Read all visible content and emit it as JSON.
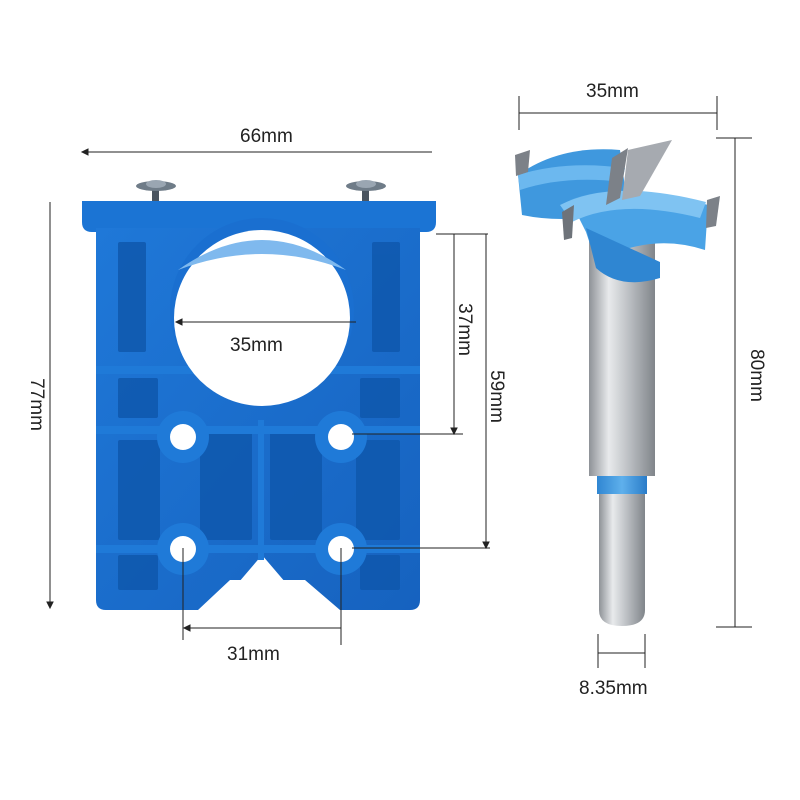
{
  "diagram": {
    "type": "product-dimension-drawing",
    "colors": {
      "jig_blue": "#1a6fd0",
      "jig_blue_dark": "#0e4fa0",
      "bit_blue": "#3d9be0",
      "bit_blue_light": "#6bb7ee",
      "steel": "#b9bcc0",
      "steel_light": "#e4e6e8",
      "line": "#222222",
      "background": "#ffffff"
    },
    "jig": {
      "name": "hinge-drilling-jig",
      "dimensions": {
        "width": "66mm",
        "height": "77mm",
        "hole_diameter": "35mm",
        "hole_to_upper_screw_holes": "37mm",
        "hole_to_lower_screw_holes": "59mm",
        "screw_hole_spacing": "31mm"
      }
    },
    "bit": {
      "name": "forstner-drill-bit",
      "dimensions": {
        "cutter_diameter": "35mm",
        "total_length": "80mm",
        "shank_diameter": "8.35mm"
      }
    }
  }
}
